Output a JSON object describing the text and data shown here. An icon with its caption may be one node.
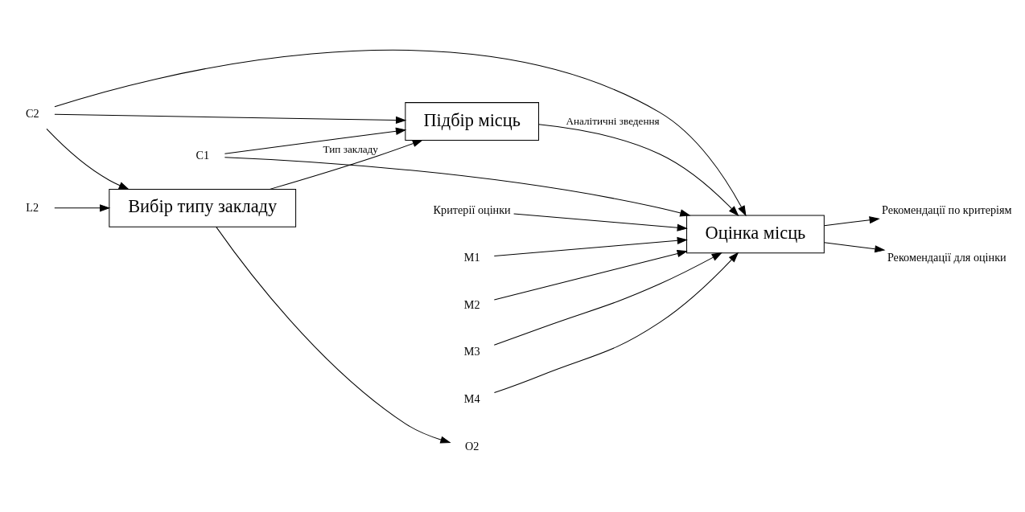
{
  "diagram": {
    "nodes": [
      {
        "text": [
          "Вибір типу закладу"
        ]
      },
      {
        "text": [
          "Підбір місць"
        ]
      },
      {
        "text": [
          "Оцінка місць"
        ]
      },
      {
        "text": [
          "C2"
        ]
      },
      {
        "text": [
          "C1"
        ]
      },
      {
        "text": [
          "L2"
        ]
      },
      {
        "text": [
          "O2"
        ]
      },
      {
        "text": [
          "Критерії оцінки"
        ]
      },
      {
        "text": [
          "Рекомендації по критеріям"
        ]
      },
      {
        "text": [
          "Рекомендації для оцінки"
        ]
      },
      {
        "text": [
          "M1"
        ]
      },
      {
        "text": [
          "M2"
        ]
      },
      {
        "text": [
          "M3"
        ]
      },
      {
        "text": [
          "M4"
        ]
      }
    ],
    "edges": [
      {
        "from": 3,
        "to": 0,
        "arrow": "to"
      },
      {
        "from": 3,
        "to": 1,
        "arrow": "to"
      },
      {
        "from": 3,
        "to": 2,
        "arrow": "to"
      },
      {
        "from": 4,
        "to": 1,
        "arrow": "to"
      },
      {
        "from": 4,
        "to": 2,
        "arrow": "to"
      },
      {
        "from": 5,
        "to": 0,
        "arrow": "to"
      },
      {
        "from": 0,
        "to": 6,
        "arrow": "to"
      },
      {
        "from": 0,
        "to": 1,
        "arrow": "to",
        "label": "Тип закладу"
      },
      {
        "from": 1,
        "to": 2,
        "arrow": "to",
        "label": "Аналітичні зведення"
      },
      {
        "from": 7,
        "to": 2,
        "arrow": "to"
      },
      {
        "from": 2,
        "to": 8,
        "arrow": "to"
      },
      {
        "from": 2,
        "to": 9,
        "arrow": "to"
      },
      {
        "from": 10,
        "to": 2,
        "arrow": "to"
      },
      {
        "from": 11,
        "to": 2,
        "arrow": "to"
      },
      {
        "from": 12,
        "to": 2,
        "arrow": "to"
      },
      {
        "from": 13,
        "to": 2,
        "arrow": "to"
      }
    ]
  }
}
